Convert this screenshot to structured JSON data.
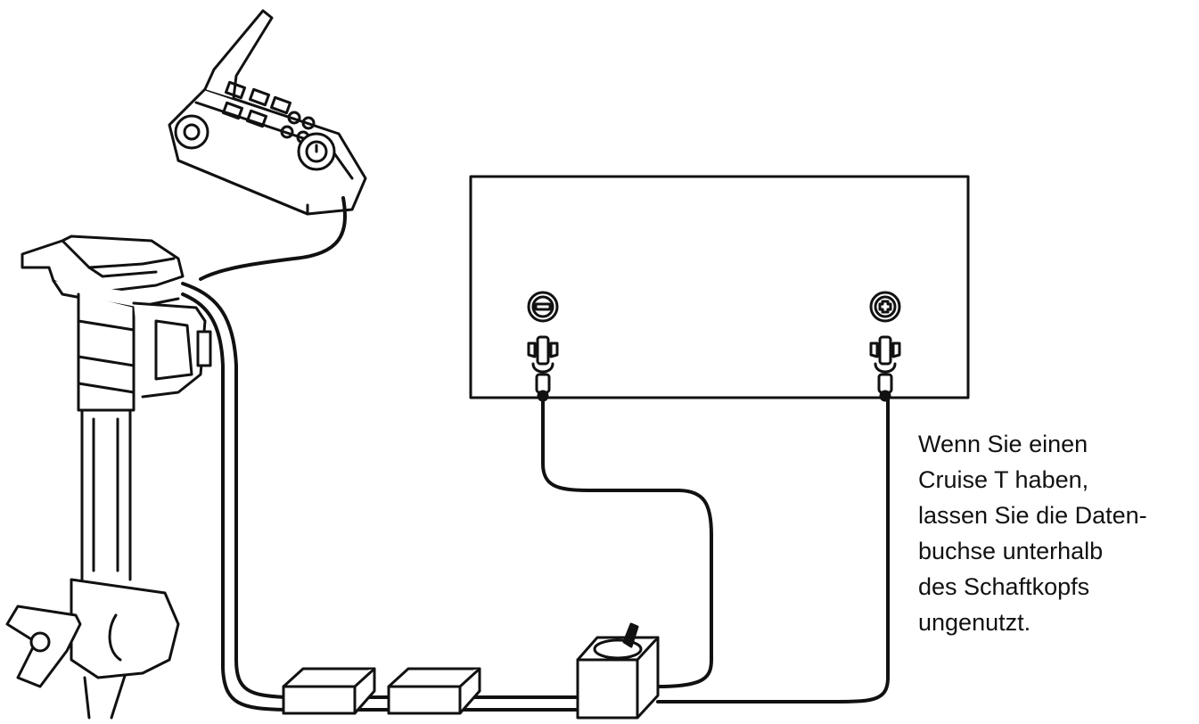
{
  "note": {
    "lines": [
      "Wenn Sie einen",
      "Cruise T haben,",
      "lassen Sie die Daten-",
      "buchse unterhalb",
      "des Schaftkopfs",
      "ungenutzt."
    ]
  },
  "symbols": {
    "negative_terminal": "minus-icon",
    "positive_terminal": "plus-icon"
  },
  "colors": {
    "line": "#111111",
    "background": "#ffffff"
  }
}
